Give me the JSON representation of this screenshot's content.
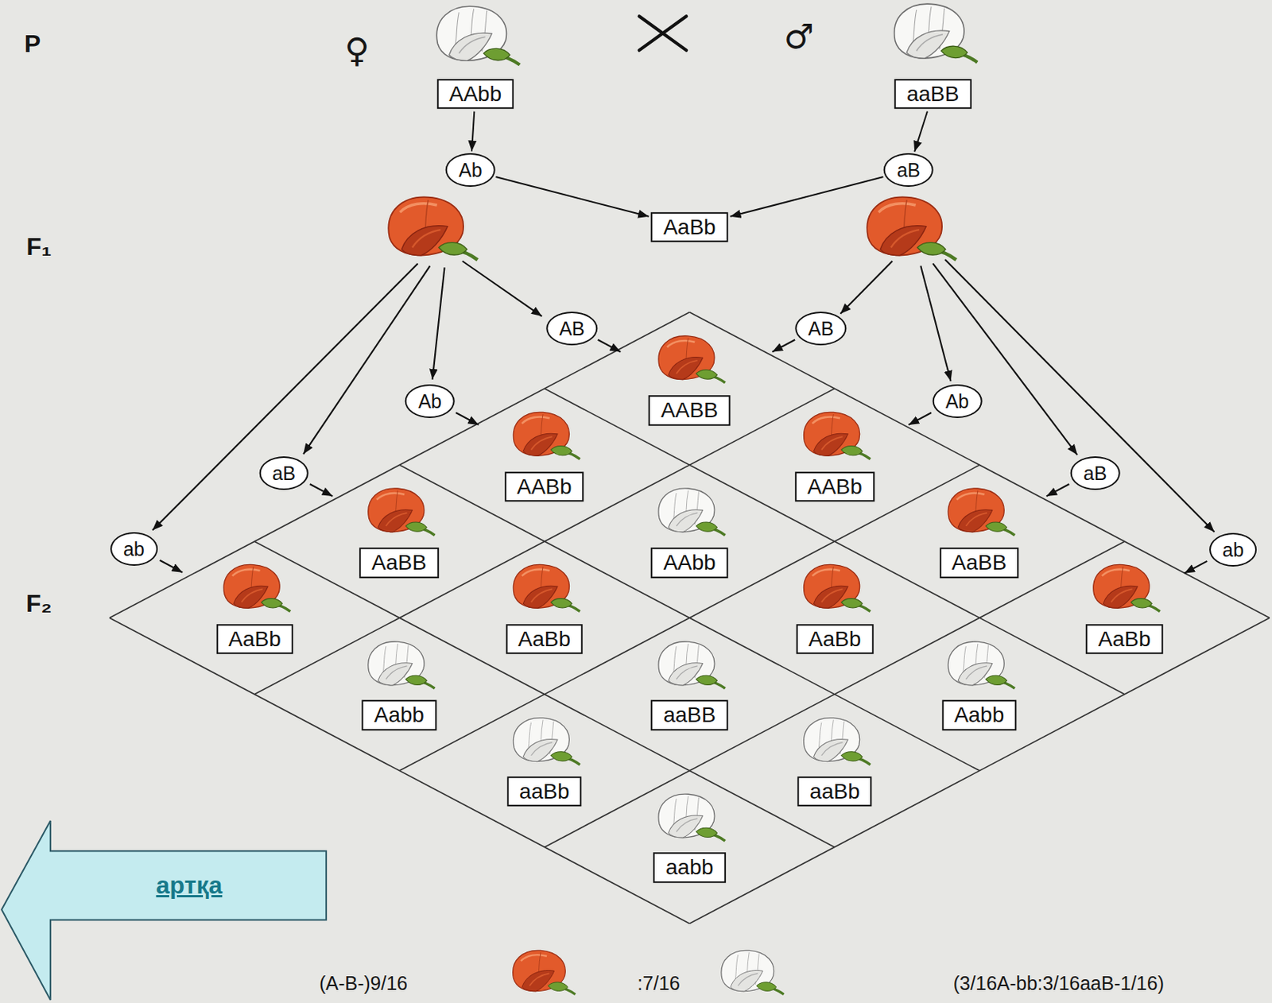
{
  "diagram": {
    "nodes": [
      {
        "text": [
          "AAbb"
        ]
      },
      {
        "text": [
          "aaBB"
        ]
      },
      {
        "text": [
          "Ab"
        ]
      },
      {
        "text": [
          "aB"
        ]
      },
      {
        "text": [
          "AaBb"
        ]
      },
      {
        "text": [
          "AB"
        ]
      },
      {
        "text": [
          "AB"
        ]
      },
      {
        "text": [
          "Ab"
        ]
      },
      {
        "text": [
          "Ab"
        ]
      },
      {
        "text": [
          "aB"
        ]
      },
      {
        "text": [
          "aB"
        ]
      },
      {
        "text": [
          "ab"
        ]
      },
      {
        "text": [
          "ab"
        ]
      },
      {
        "text": [
          "AABB"
        ]
      },
      {
        "text": [
          "AABb"
        ]
      },
      {
        "text": [
          "AABb"
        ]
      },
      {
        "text": [
          "AaBB"
        ]
      },
      {
        "text": [
          "AAbb"
        ]
      },
      {
        "text": [
          "AaBB"
        ]
      },
      {
        "text": [
          "AaBb"
        ]
      },
      {
        "text": [
          "AaBb"
        ]
      },
      {
        "text": [
          "AaBb"
        ]
      },
      {
        "text": [
          "AaBb"
        ]
      },
      {
        "text": [
          "Aabb"
        ]
      },
      {
        "text": [
          "aaBB"
        ]
      },
      {
        "text": [
          "Aabb"
        ]
      },
      {
        "text": [
          "aaBb"
        ]
      },
      {
        "text": [
          "aaBb"
        ]
      },
      {
        "text": [
          "aabb"
        ]
      },
      {
        "text": [
          "артқа"
        ]
      }
    ],
    "edges": [
      {
        "from": 0,
        "to": 2,
        "arrow": "to"
      },
      {
        "from": 1,
        "to": 3,
        "arrow": "to"
      },
      {
        "from": 2,
        "to": 4,
        "arrow": "to"
      },
      {
        "from": 3,
        "to": 4,
        "arrow": "to"
      }
    ],
    "labels": [
      "P",
      "♀",
      "♂",
      "F₁",
      "F₂",
      "(A-B-)9/16",
      ":7/16",
      "(3/16A-bb:3/16aaB-1/16)"
    ]
  }
}
